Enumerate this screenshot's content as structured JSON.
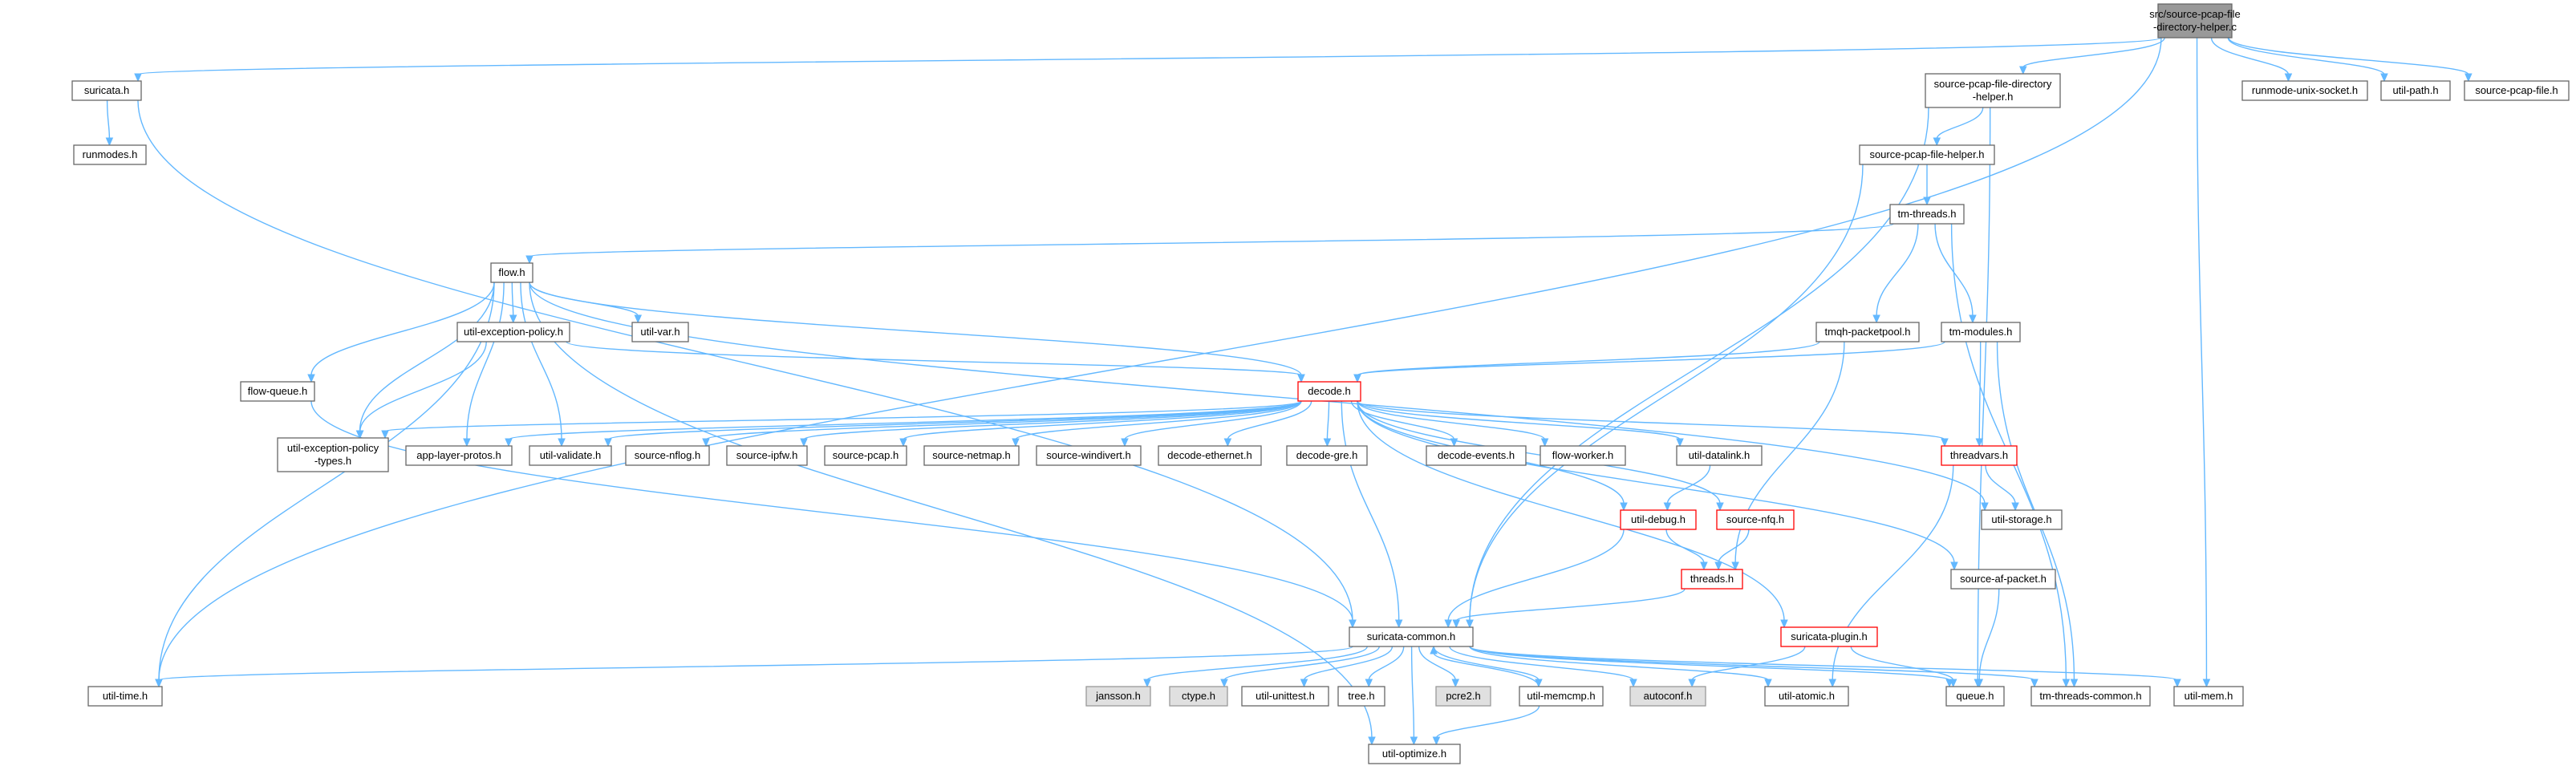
{
  "graph": {
    "nodes": [
      {
        "id": "root",
        "lines": [
          "src/source-pcap-file",
          "-directory-helper.c"
        ],
        "style": "root"
      },
      {
        "id": "suricata_h",
        "lines": [
          "suricata.h"
        ],
        "style": "normal"
      },
      {
        "id": "helper_h",
        "lines": [
          "source-pcap-file-directory",
          "-helper.h"
        ],
        "style": "normal"
      },
      {
        "id": "unix_socket",
        "lines": [
          "runmode-unix-socket.h"
        ],
        "style": "normal"
      },
      {
        "id": "util_path",
        "lines": [
          "util-path.h"
        ],
        "style": "normal"
      },
      {
        "id": "pcap_file",
        "lines": [
          "source-pcap-file.h"
        ],
        "style": "normal"
      },
      {
        "id": "runmodes",
        "lines": [
          "runmodes.h"
        ],
        "style": "normal"
      },
      {
        "id": "file_helper",
        "lines": [
          "source-pcap-file-helper.h"
        ],
        "style": "normal"
      },
      {
        "id": "tm_threads",
        "lines": [
          "tm-threads.h"
        ],
        "style": "normal"
      },
      {
        "id": "flow_h",
        "lines": [
          "flow.h"
        ],
        "style": "normal"
      },
      {
        "id": "exc_policy",
        "lines": [
          "util-exception-policy.h"
        ],
        "style": "normal"
      },
      {
        "id": "util_var",
        "lines": [
          "util-var.h"
        ],
        "style": "normal"
      },
      {
        "id": "tmqh",
        "lines": [
          "tmqh-packetpool.h"
        ],
        "style": "normal"
      },
      {
        "id": "tm_modules",
        "lines": [
          "tm-modules.h"
        ],
        "style": "normal"
      },
      {
        "id": "flow_queue",
        "lines": [
          "flow-queue.h"
        ],
        "style": "normal"
      },
      {
        "id": "decode_h",
        "lines": [
          "decode.h"
        ],
        "style": "truncated"
      },
      {
        "id": "exc_types",
        "lines": [
          "util-exception-policy",
          "-types.h"
        ],
        "style": "normal"
      },
      {
        "id": "app_layer",
        "lines": [
          "app-layer-protos.h"
        ],
        "style": "normal"
      },
      {
        "id": "util_validate",
        "lines": [
          "util-validate.h"
        ],
        "style": "normal"
      },
      {
        "id": "src_nflog",
        "lines": [
          "source-nflog.h"
        ],
        "style": "normal"
      },
      {
        "id": "src_ipfw",
        "lines": [
          "source-ipfw.h"
        ],
        "style": "normal"
      },
      {
        "id": "src_pcap",
        "lines": [
          "source-pcap.h"
        ],
        "style": "normal"
      },
      {
        "id": "src_netmap",
        "lines": [
          "source-netmap.h"
        ],
        "style": "normal"
      },
      {
        "id": "src_windivert",
        "lines": [
          "source-windivert.h"
        ],
        "style": "normal"
      },
      {
        "id": "dec_eth",
        "lines": [
          "decode-ethernet.h"
        ],
        "style": "normal"
      },
      {
        "id": "dec_gre",
        "lines": [
          "decode-gre.h"
        ],
        "style": "normal"
      },
      {
        "id": "dec_events",
        "lines": [
          "decode-events.h"
        ],
        "style": "normal"
      },
      {
        "id": "flow_worker",
        "lines": [
          "flow-worker.h"
        ],
        "style": "normal"
      },
      {
        "id": "util_datalink",
        "lines": [
          "util-datalink.h"
        ],
        "style": "normal"
      },
      {
        "id": "threadvars",
        "lines": [
          "threadvars.h"
        ],
        "style": "truncated"
      },
      {
        "id": "util_storage",
        "lines": [
          "util-storage.h"
        ],
        "style": "normal"
      },
      {
        "id": "util_debug",
        "lines": [
          "util-debug.h"
        ],
        "style": "truncated"
      },
      {
        "id": "src_nfq",
        "lines": [
          "source-nfq.h"
        ],
        "style": "truncated"
      },
      {
        "id": "threads_h",
        "lines": [
          "threads.h"
        ],
        "style": "truncated"
      },
      {
        "id": "src_afpacket",
        "lines": [
          "source-af-packet.h"
        ],
        "style": "normal"
      },
      {
        "id": "sur_common",
        "lines": [
          "suricata-common.h"
        ],
        "style": "normal"
      },
      {
        "id": "sur_plugin",
        "lines": [
          "suricata-plugin.h"
        ],
        "style": "truncated"
      },
      {
        "id": "util_time",
        "lines": [
          "util-time.h"
        ],
        "style": "normal"
      },
      {
        "id": "jansson",
        "lines": [
          "jansson.h"
        ],
        "style": "missing"
      },
      {
        "id": "ctype",
        "lines": [
          "ctype.h"
        ],
        "style": "missing"
      },
      {
        "id": "util_unittest",
        "lines": [
          "util-unittest.h"
        ],
        "style": "normal"
      },
      {
        "id": "tree_h",
        "lines": [
          "tree.h"
        ],
        "style": "normal"
      },
      {
        "id": "pcre2",
        "lines": [
          "pcre2.h"
        ],
        "style": "missing"
      },
      {
        "id": "util_memcmp",
        "lines": [
          "util-memcmp.h"
        ],
        "style": "normal"
      },
      {
        "id": "autoconf",
        "lines": [
          "autoconf.h"
        ],
        "style": "missing"
      },
      {
        "id": "util_atomic",
        "lines": [
          "util-atomic.h"
        ],
        "style": "normal"
      },
      {
        "id": "queue_h",
        "lines": [
          "queue.h"
        ],
        "style": "normal"
      },
      {
        "id": "tm_threads_common",
        "lines": [
          "tm-threads-common.h"
        ],
        "style": "normal"
      },
      {
        "id": "util_mem",
        "lines": [
          "util-mem.h"
        ],
        "style": "normal"
      },
      {
        "id": "util_optimize",
        "lines": [
          "util-optimize.h"
        ],
        "style": "normal"
      }
    ],
    "edges": [
      [
        "root",
        "suricata_h"
      ],
      [
        "root",
        "helper_h"
      ],
      [
        "root",
        "unix_socket"
      ],
      [
        "root",
        "util_path"
      ],
      [
        "root",
        "pcap_file"
      ],
      [
        "root",
        "util_time"
      ],
      [
        "root",
        "util_mem"
      ],
      [
        "suricata_h",
        "runmodes"
      ],
      [
        "suricata_h",
        "sur_common"
      ],
      [
        "helper_h",
        "file_helper"
      ],
      [
        "helper_h",
        "sur_common"
      ],
      [
        "helper_h",
        "queue_h"
      ],
      [
        "file_helper",
        "tm_threads"
      ],
      [
        "file_helper",
        "sur_common"
      ],
      [
        "tm_threads",
        "flow_h"
      ],
      [
        "tm_threads",
        "tmqh"
      ],
      [
        "tm_threads",
        "tm_modules"
      ],
      [
        "tm_threads",
        "tm_threads_common"
      ],
      [
        "flow_h",
        "exc_policy"
      ],
      [
        "flow_h",
        "util_var"
      ],
      [
        "flow_h",
        "flow_queue"
      ],
      [
        "flow_h",
        "decode_h"
      ],
      [
        "flow_h",
        "exc_types"
      ],
      [
        "flow_h",
        "app_layer"
      ],
      [
        "flow_h",
        "util_validate"
      ],
      [
        "flow_h",
        "util_time"
      ],
      [
        "flow_h",
        "util_optimize"
      ],
      [
        "flow_h",
        "util_storage"
      ],
      [
        "exc_policy",
        "decode_h"
      ],
      [
        "exc_policy",
        "exc_types"
      ],
      [
        "tmqh",
        "decode_h"
      ],
      [
        "tmqh",
        "threads_h"
      ],
      [
        "tm_modules",
        "decode_h"
      ],
      [
        "tm_modules",
        "threadvars"
      ],
      [
        "tm_modules",
        "tm_threads_common"
      ],
      [
        "flow_queue",
        "sur_common"
      ],
      [
        "decode_h",
        "exc_types"
      ],
      [
        "decode_h",
        "app_layer"
      ],
      [
        "decode_h",
        "util_validate"
      ],
      [
        "decode_h",
        "src_nflog"
      ],
      [
        "decode_h",
        "src_ipfw"
      ],
      [
        "decode_h",
        "src_pcap"
      ],
      [
        "decode_h",
        "src_netmap"
      ],
      [
        "decode_h",
        "src_windivert"
      ],
      [
        "decode_h",
        "dec_eth"
      ],
      [
        "decode_h",
        "dec_gre"
      ],
      [
        "decode_h",
        "dec_events"
      ],
      [
        "decode_h",
        "flow_worker"
      ],
      [
        "decode_h",
        "util_datalink"
      ],
      [
        "decode_h",
        "threadvars"
      ],
      [
        "decode_h",
        "util_debug"
      ],
      [
        "decode_h",
        "src_nfq"
      ],
      [
        "decode_h",
        "src_afpacket"
      ],
      [
        "decode_h",
        "sur_common"
      ],
      [
        "decode_h",
        "sur_plugin"
      ],
      [
        "util_datalink",
        "util_debug"
      ],
      [
        "threadvars",
        "util_storage"
      ],
      [
        "threadvars",
        "util_atomic"
      ],
      [
        "util_debug",
        "threads_h"
      ],
      [
        "util_debug",
        "sur_common"
      ],
      [
        "src_nfq",
        "threads_h"
      ],
      [
        "threads_h",
        "sur_common"
      ],
      [
        "src_afpacket",
        "queue_h"
      ],
      [
        "sur_plugin",
        "autoconf"
      ],
      [
        "sur_plugin",
        "queue_h"
      ],
      [
        "sur_common",
        "util_time"
      ],
      [
        "sur_common",
        "jansson"
      ],
      [
        "sur_common",
        "ctype"
      ],
      [
        "sur_common",
        "util_unittest"
      ],
      [
        "sur_common",
        "tree_h"
      ],
      [
        "sur_common",
        "pcre2"
      ],
      [
        "sur_common",
        "util_memcmp"
      ],
      [
        "sur_common",
        "autoconf"
      ],
      [
        "sur_common",
        "util_atomic"
      ],
      [
        "sur_common",
        "queue_h"
      ],
      [
        "sur_common",
        "tm_threads_common"
      ],
      [
        "sur_common",
        "util_mem"
      ],
      [
        "sur_common",
        "util_optimize"
      ],
      [
        "util_memcmp",
        "util_optimize"
      ],
      [
        "util_memcmp",
        "sur_common"
      ]
    ]
  },
  "colors": {
    "edge": "#63b8ff",
    "node_border": "#666666",
    "root_fill": "#999999",
    "missing_fill": "#e0e0e0",
    "truncated_border": "#ff0000"
  }
}
